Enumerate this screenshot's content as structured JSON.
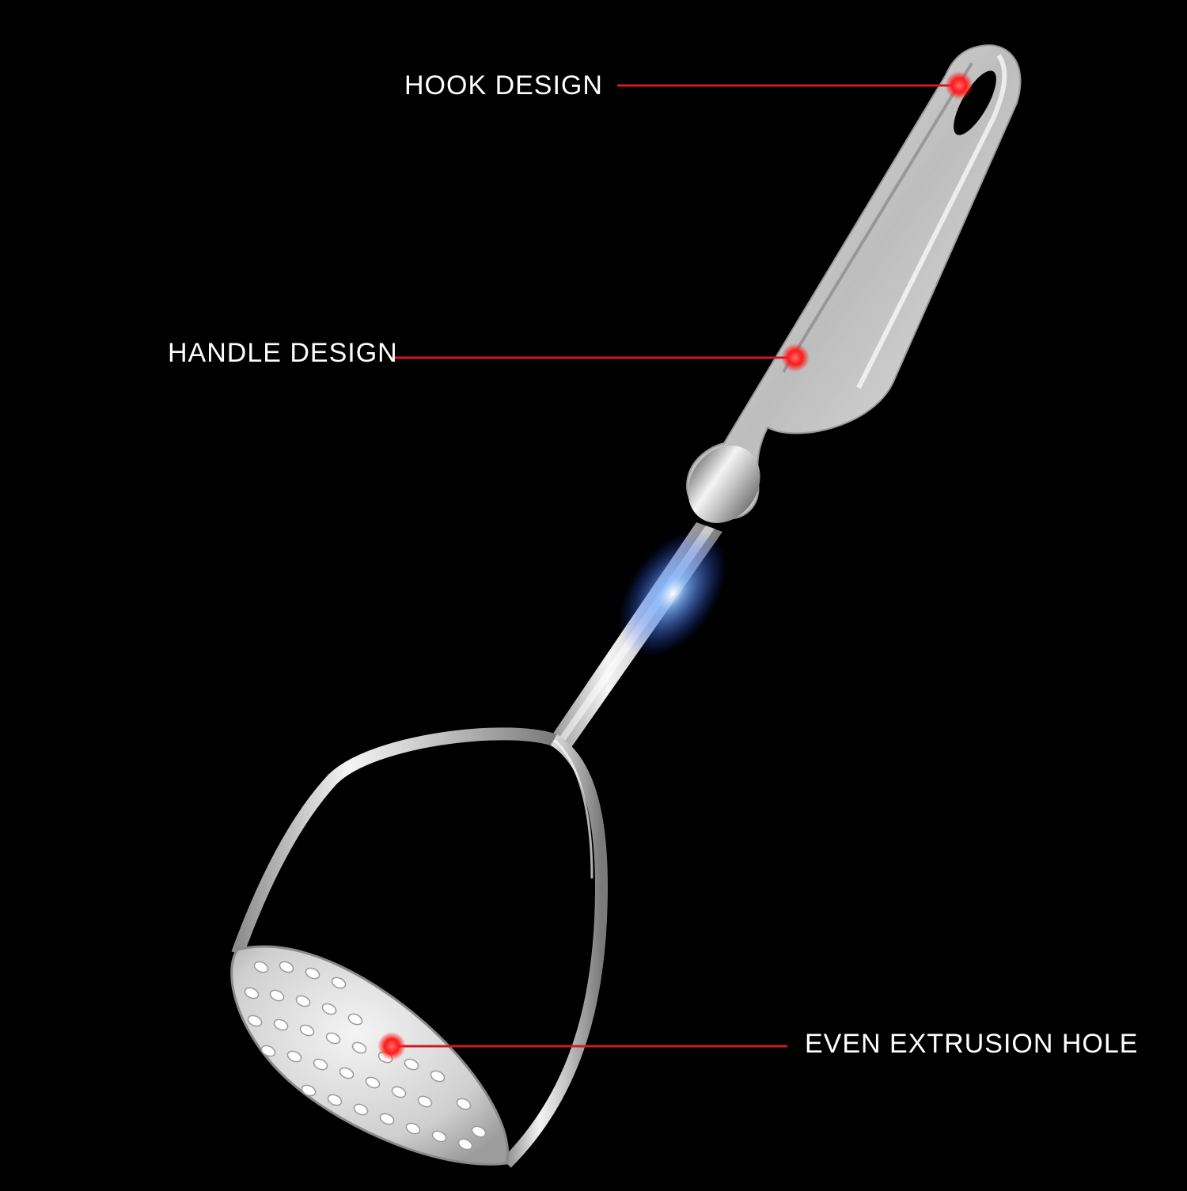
{
  "colors": {
    "background": "#000000",
    "label_text": "#ffffff",
    "callout_line": "#cc1b24",
    "callout_dot": "#ff1a1a",
    "steel_light": "#f2f2f2",
    "steel_dark": "#8a8a8a",
    "glow": "#3a8dff"
  },
  "product": {
    "icon": "potato-masher-icon"
  },
  "callouts": [
    {
      "label": "HOOK DESIGN"
    },
    {
      "label": "HANDLE DESIGN"
    },
    {
      "label": "EVEN EXTRUSION HOLE"
    }
  ]
}
